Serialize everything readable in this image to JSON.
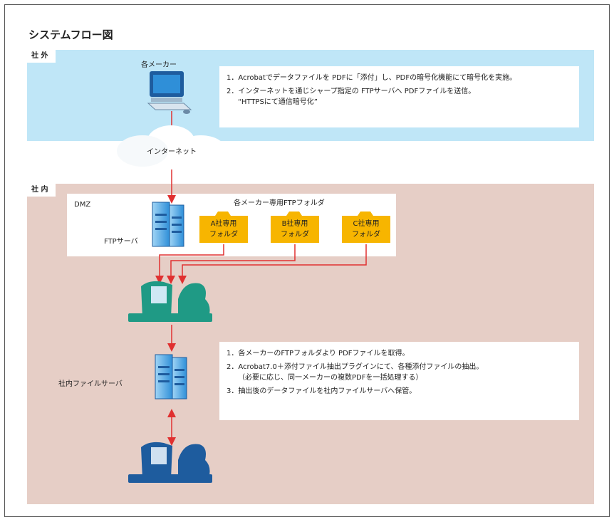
{
  "title": "システムフロー図",
  "zones": {
    "outside": "社 外",
    "inside": "社 内"
  },
  "outside": {
    "maker_label": "各メーカー",
    "internet_label": "インターネット",
    "notes": [
      "1．Acrobatでデータファイルを PDFに「添付」し、PDFの暗号化機能にて暗号化を実施。",
      "2．インターネットを通じシャープ指定の FTPサーバへ PDFファイルを送信。",
      "“HTTPSにて通信暗号化”"
    ]
  },
  "dmz": {
    "label": "DMZ",
    "folders_heading": "各メーカー専用FTPフォルダ",
    "ftp_server_label": "FTPサーバ",
    "folders": [
      {
        "line1": "A社専用",
        "line2": "フォルダ"
      },
      {
        "line1": "B社専用",
        "line2": "フォルダ"
      },
      {
        "line1": "C社専用",
        "line2": "フォルダ"
      }
    ]
  },
  "inside": {
    "file_server_label": "社内ファイルサーバ",
    "notes": [
      "1．各メーカーのFTPフォルダより PDFファイルを取得。",
      "2．Acrobat7.0＋添付ファイル抽出プラグインにて、各種添付ファイルの抽出。",
      "（必要に応じ、同一メーカーの複数PDFを一括処理する）",
      "3．抽出後のデータファイルを社内ファイルサーバへ保管。"
    ]
  },
  "colors": {
    "outside_bg": "#bfe6f7",
    "inside_bg": "#e6cec6",
    "arrow": "#e03030",
    "folder": "#f7b500",
    "operator_teal": "#1f9a85",
    "operator_blue": "#1e5c9e",
    "server_blue": "#2f8fd8"
  }
}
